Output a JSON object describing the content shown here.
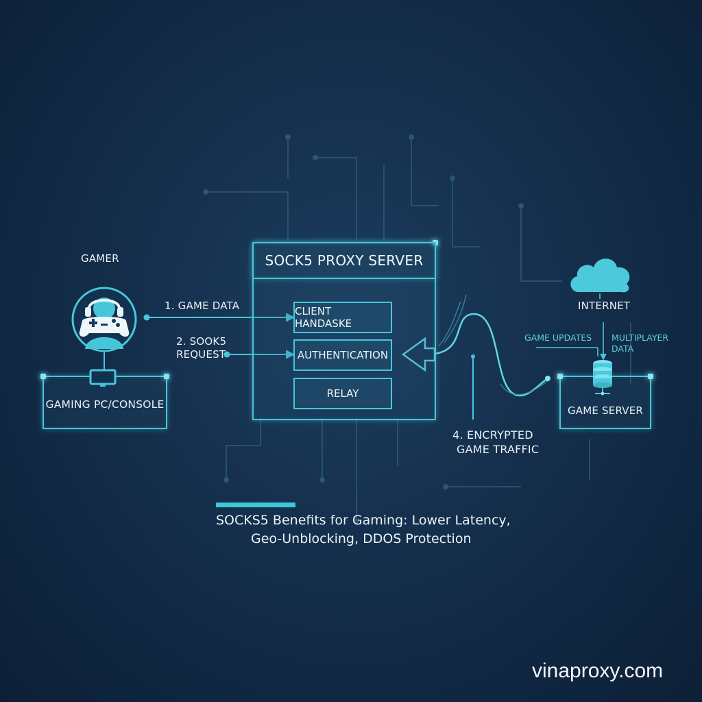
{
  "gamer": {
    "title": "GAMER",
    "device_label": "GAMING PC/CONSOLE"
  },
  "proxy": {
    "title": "SOCK5 PROXY SERVER",
    "steps": [
      "CLIENT HANDASKE",
      "AUTHENTICATION",
      "RELAY"
    ]
  },
  "flows": {
    "game_data": "1. GAME DATA",
    "socks_request_line1": "2. SOOK5",
    "socks_request_line2": "REQUEST",
    "encrypted_line1": "4. ENCRYPTED",
    "encrypted_line2": "GAME TRAFFIC"
  },
  "internet": {
    "label": "INTERNET",
    "game_updates": "GAME UPDATES",
    "multiplayer_line1": "MULTIPLAYER",
    "multiplayer_line2": "DATA"
  },
  "game_server": {
    "label": "GAME SERVER"
  },
  "benefits": {
    "line1": "SOCKS5 Benefits for Gaming: Lower Latency,",
    "line2": "Geo-Unblocking, DDOS Protection"
  },
  "watermark": "vinaproxy.com",
  "colors": {
    "accent": "#47c6da",
    "glow": "#7fe8f6",
    "background": "#15304d"
  },
  "icons": [
    "gamer-controller-icon",
    "monitor-icon",
    "cloud-icon",
    "server-database-icon",
    "arrow-left-icon"
  ]
}
